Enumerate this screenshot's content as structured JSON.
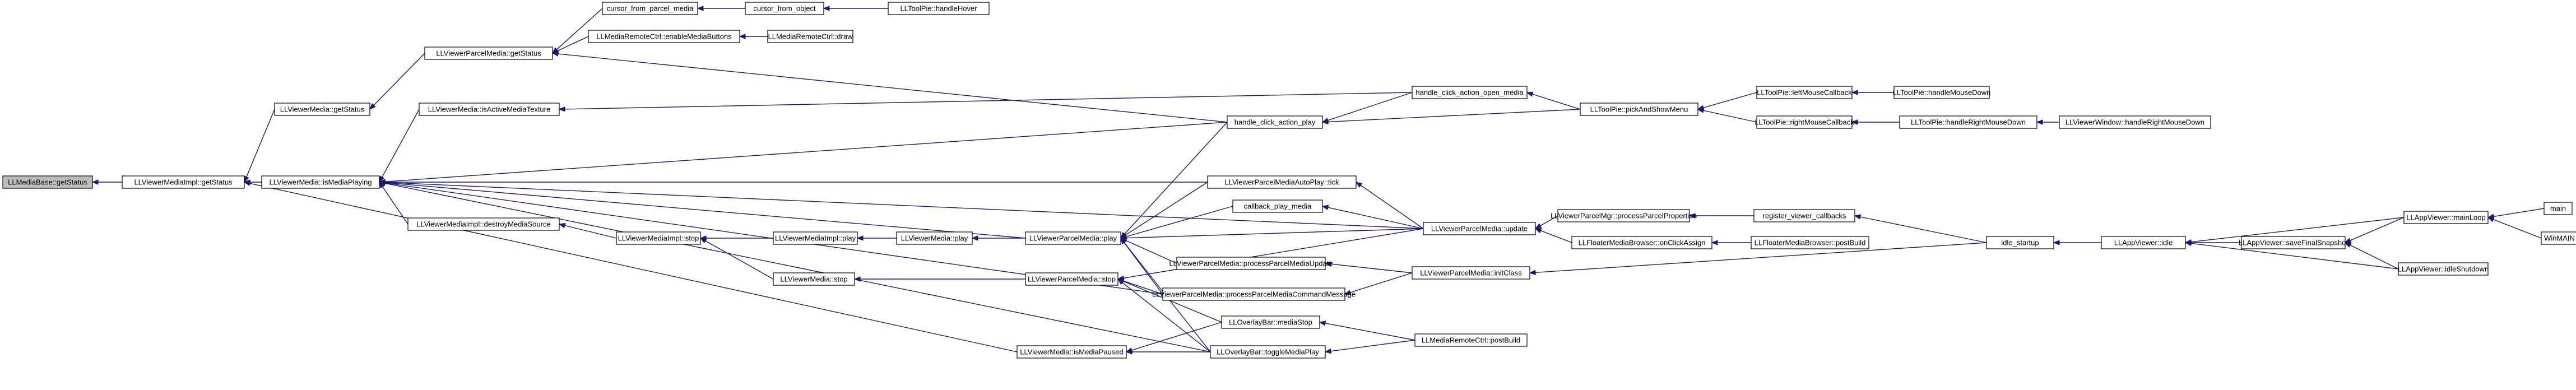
{
  "colors": {
    "edge": "#191970",
    "node_border": "#000000",
    "focus_fill": "#bfbfbf",
    "background": "#ffffff"
  },
  "nodes": [
    {
      "id": "n0",
      "label": "LLMediaBase::getStatus",
      "focus": true
    },
    {
      "id": "n1",
      "label": "LLViewerMediaImpl::getStatus"
    },
    {
      "id": "n2",
      "label": "LLViewerMedia::getStatus"
    },
    {
      "id": "n3",
      "label": "LLViewerMedia::isMediaPlaying"
    },
    {
      "id": "n4",
      "label": "LLViewerMedia::isMediaPaused"
    },
    {
      "id": "n5",
      "label": "LLViewerParcelMedia::getStatus"
    },
    {
      "id": "n6",
      "label": "LLViewerMedia::isActiveMediaTexture"
    },
    {
      "id": "n7",
      "label": "LLViewerMediaImpl::destroyMediaSource"
    },
    {
      "id": "n8",
      "label": "cursor_from_parcel_media"
    },
    {
      "id": "n9",
      "label": "LLMediaRemoteCtrl::enableMediaButtons"
    },
    {
      "id": "n10",
      "label": "cursor_from_object"
    },
    {
      "id": "n11",
      "label": "LLToolPie::handleHover"
    },
    {
      "id": "n12",
      "label": "LLMediaRemoteCtrl::draw"
    },
    {
      "id": "n13",
      "label": "handle_click_action_play"
    },
    {
      "id": "n14",
      "label": "handle_click_action_open_media"
    },
    {
      "id": "n15",
      "label": "LLToolPie::pickAndShowMenu"
    },
    {
      "id": "n16",
      "label": "LLToolPie::leftMouseCallback"
    },
    {
      "id": "n17",
      "label": "LLToolPie::handleMouseDown"
    },
    {
      "id": "n18",
      "label": "LLToolPie::rightMouseCallback"
    },
    {
      "id": "n19",
      "label": "LLToolPie::handleRightMouseDown"
    },
    {
      "id": "n20",
      "label": "LLViewerWindow::handleRightMouseDown"
    },
    {
      "id": "n21",
      "label": "LLViewerParcelMediaAutoPlay::tick"
    },
    {
      "id": "n22",
      "label": "LLViewerMediaImpl::stop"
    },
    {
      "id": "n23",
      "label": "LLViewerMediaImpl::play"
    },
    {
      "id": "n24",
      "label": "LLViewerMedia::play"
    },
    {
      "id": "n25",
      "label": "LLViewerParcelMedia::play"
    },
    {
      "id": "n26",
      "label": "callback_play_media"
    },
    {
      "id": "n27",
      "label": "LLViewerMedia::stop"
    },
    {
      "id": "n28",
      "label": "LLViewerParcelMedia::stop"
    },
    {
      "id": "n29",
      "label": "LLViewerParcelMedia::processParcelMediaUpdate"
    },
    {
      "id": "n30",
      "label": "LLViewerParcelMedia::processParcelMediaCommandMessage"
    },
    {
      "id": "n31",
      "label": "LLOverlayBar::mediaStop"
    },
    {
      "id": "n32",
      "label": "LLOverlayBar::toggleMediaPlay"
    },
    {
      "id": "n33",
      "label": "LLViewerParcelMedia::update"
    },
    {
      "id": "n34",
      "label": "LLViewerParcelMedia::initClass"
    },
    {
      "id": "n35",
      "label": "LLMediaRemoteCtrl::postBuild"
    },
    {
      "id": "n36",
      "label": "LLViewerParcelMgr::processParcelProperties"
    },
    {
      "id": "n37",
      "label": "LLFloaterMediaBrowser::onClickAssign"
    },
    {
      "id": "n38",
      "label": "register_viewer_callbacks"
    },
    {
      "id": "n39",
      "label": "LLFloaterMediaBrowser::postBuild"
    },
    {
      "id": "n40",
      "label": "idle_startup"
    },
    {
      "id": "n41",
      "label": "LLAppViewer::idle"
    },
    {
      "id": "n42",
      "label": "LLAppViewer::mainLoop"
    },
    {
      "id": "n43",
      "label": "LLAppViewer::saveFinalSnapshot"
    },
    {
      "id": "n44",
      "label": "LLAppViewer::idleShutdown"
    },
    {
      "id": "n45",
      "label": "main"
    },
    {
      "id": "n46",
      "label": "WinMAIN"
    }
  ],
  "edges": [
    [
      "n1",
      "n0"
    ],
    [
      "n2",
      "n1"
    ],
    [
      "n3",
      "n1"
    ],
    [
      "n4",
      "n1"
    ],
    [
      "n5",
      "n2"
    ],
    [
      "n6",
      "n3"
    ],
    [
      "n7",
      "n3"
    ],
    [
      "n13",
      "n3"
    ],
    [
      "n21",
      "n3"
    ],
    [
      "n25",
      "n3"
    ],
    [
      "n32",
      "n3"
    ],
    [
      "n33",
      "n3"
    ],
    [
      "n30",
      "n3"
    ],
    [
      "n31",
      "n4"
    ],
    [
      "n32",
      "n4"
    ],
    [
      "n8",
      "n5"
    ],
    [
      "n9",
      "n5"
    ],
    [
      "n13",
      "n5"
    ],
    [
      "n14",
      "n6"
    ],
    [
      "n22",
      "n7"
    ],
    [
      "n10",
      "n8"
    ],
    [
      "n11",
      "n10"
    ],
    [
      "n12",
      "n9"
    ],
    [
      "n14",
      "n13"
    ],
    [
      "n15",
      "n13"
    ],
    [
      "n15",
      "n14"
    ],
    [
      "n16",
      "n15"
    ],
    [
      "n18",
      "n15"
    ],
    [
      "n17",
      "n16"
    ],
    [
      "n19",
      "n18"
    ],
    [
      "n20",
      "n19"
    ],
    [
      "n33",
      "n21"
    ],
    [
      "n23",
      "n22"
    ],
    [
      "n27",
      "n22"
    ],
    [
      "n24",
      "n23"
    ],
    [
      "n25",
      "n24"
    ],
    [
      "n13",
      "n25"
    ],
    [
      "n21",
      "n25"
    ],
    [
      "n26",
      "n25"
    ],
    [
      "n29",
      "n25"
    ],
    [
      "n30",
      "n25"
    ],
    [
      "n32",
      "n25"
    ],
    [
      "n33",
      "n25"
    ],
    [
      "n28",
      "n27"
    ],
    [
      "n30",
      "n28"
    ],
    [
      "n31",
      "n28"
    ],
    [
      "n32",
      "n28"
    ],
    [
      "n33",
      "n28"
    ],
    [
      "n33",
      "n26"
    ],
    [
      "n34",
      "n29"
    ],
    [
      "n34",
      "n30"
    ],
    [
      "n35",
      "n31"
    ],
    [
      "n35",
      "n32"
    ],
    [
      "n36",
      "n33"
    ],
    [
      "n37",
      "n33"
    ],
    [
      "n40",
      "n34"
    ],
    [
      "n38",
      "n36"
    ],
    [
      "n39",
      "n37"
    ],
    [
      "n40",
      "n38"
    ],
    [
      "n41",
      "n40"
    ],
    [
      "n42",
      "n41"
    ],
    [
      "n43",
      "n41"
    ],
    [
      "n44",
      "n41"
    ],
    [
      "n45",
      "n42"
    ],
    [
      "n46",
      "n42"
    ],
    [
      "n42",
      "n43"
    ],
    [
      "n44",
      "n43"
    ]
  ]
}
